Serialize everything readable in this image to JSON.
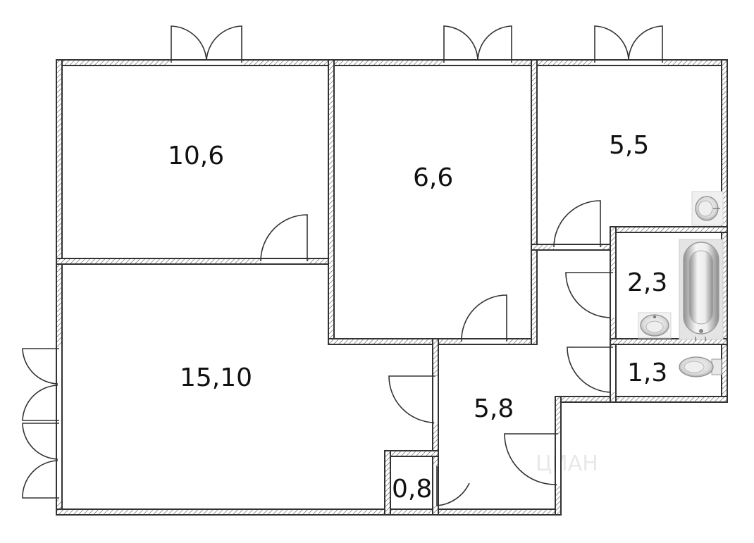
{
  "rooms": [
    {
      "id": "room-1",
      "area": "10,6"
    },
    {
      "id": "room-2",
      "area": "6,6"
    },
    {
      "id": "room-3",
      "area": "5,5"
    },
    {
      "id": "room-4",
      "area": "15,10"
    },
    {
      "id": "room-5",
      "area": "5,8"
    },
    {
      "id": "room-6",
      "area": "2,3"
    },
    {
      "id": "room-7",
      "area": "1,3"
    },
    {
      "id": "room-8",
      "area": "0,8"
    }
  ],
  "watermark": "ЦИАН"
}
